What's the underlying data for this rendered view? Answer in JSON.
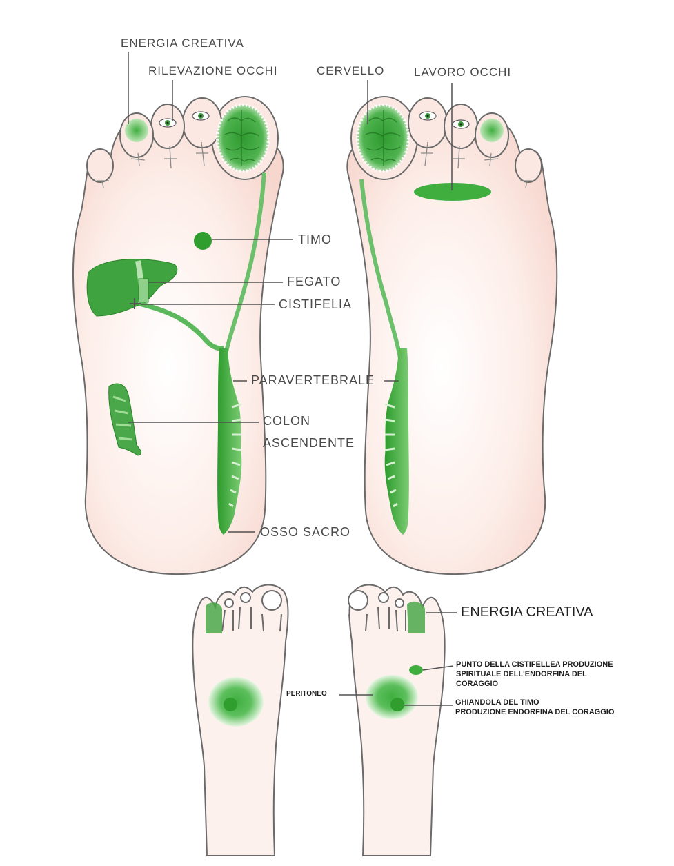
{
  "colors": {
    "skin": "#fbe3dc",
    "skin_edge": "#f3cdc3",
    "outline": "#5f5f5f",
    "green": "#2f9e2f",
    "green_light": "#8fd18a",
    "green_dark": "#1f7a1f",
    "leader": "#505050"
  },
  "labels": {
    "energia_creativa_top": "ENERGIA  CREATIVA",
    "rilevazione_occhi": "RILEVAZIONE  OCCHI",
    "cervello": "CERVELLO",
    "lavoro_occhi": "LAVORO  OCCHI",
    "timo": "TIMO",
    "fegato": "FEGATO",
    "cistifelia": "CISTIFELIA",
    "paravertebrale": "PARAVERTEBRALE",
    "colon": "COLON",
    "ascendente": "ASCENDENTE",
    "osso_sacro": "OSSO  SACRO",
    "energia_creativa_bottom": "ENERGIA CREATIVA",
    "punto_line1": "PUNTO DELLA CISTIFELLEA PRODUZIONE",
    "punto_line2": "SPIRITUALE DELL'ENDORFINA DEL",
    "punto_line3": "CORAGGIO",
    "peritoneo": "PERITONEO",
    "ghiandola_line1": "GHIANDOLA DEL TIMO",
    "ghiandola_line2": "PRODUZIONE ENDORFINA DEL CORAGGIO"
  }
}
